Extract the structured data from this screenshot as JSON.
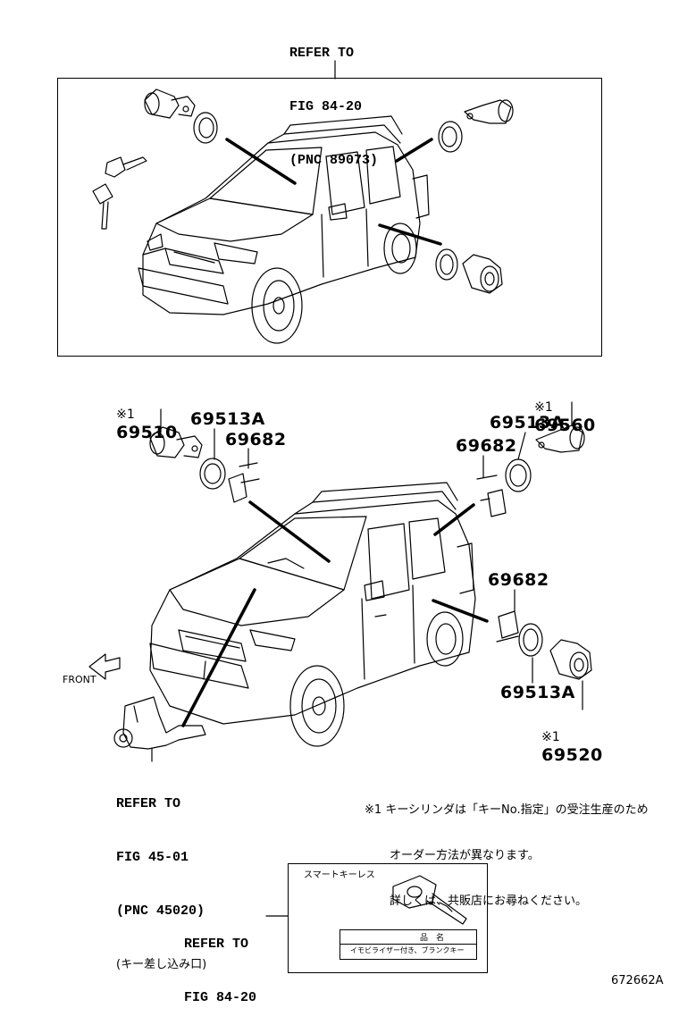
{
  "top_reference": {
    "line1": "REFER TO",
    "line2": "FIG 84-20",
    "line3": "(PNC 89073)"
  },
  "parts": {
    "left_cylinder": {
      "mark": "※1",
      "number": "69510"
    },
    "right_cylinder": {
      "mark": "※1",
      "number": "69560"
    },
    "rear_cylinder": {
      "mark": "※1",
      "number": "69520"
    },
    "left_gasket": "69513A",
    "right_gasket": "69513A",
    "rear_gasket": "69513A",
    "left_retainer": "69682",
    "right_retainer": "69682",
    "rear_retainer": "69682"
  },
  "front_label": "FRONT",
  "ignition_reference": {
    "line1": "REFER TO",
    "line2": "FIG 45-01",
    "line3": "(PNC 45020)",
    "line4": "(キー差し込み口)"
  },
  "footnote": {
    "mark": "※1",
    "line1": "キーシリンダは「キーNo.指定」の受注生産のため",
    "line2": "オーダー方法が異なります。",
    "line3": "詳しくは、共販店にお尋ねください。"
  },
  "bottom_reference": {
    "line1": "REFER TO",
    "line2": "FIG 84-20"
  },
  "smart_key_box": {
    "title": "スマートキーレス",
    "table_header": "品　名",
    "table_row": "イモビライザー付き、ブランクキー"
  },
  "diagram_id": "672662A"
}
